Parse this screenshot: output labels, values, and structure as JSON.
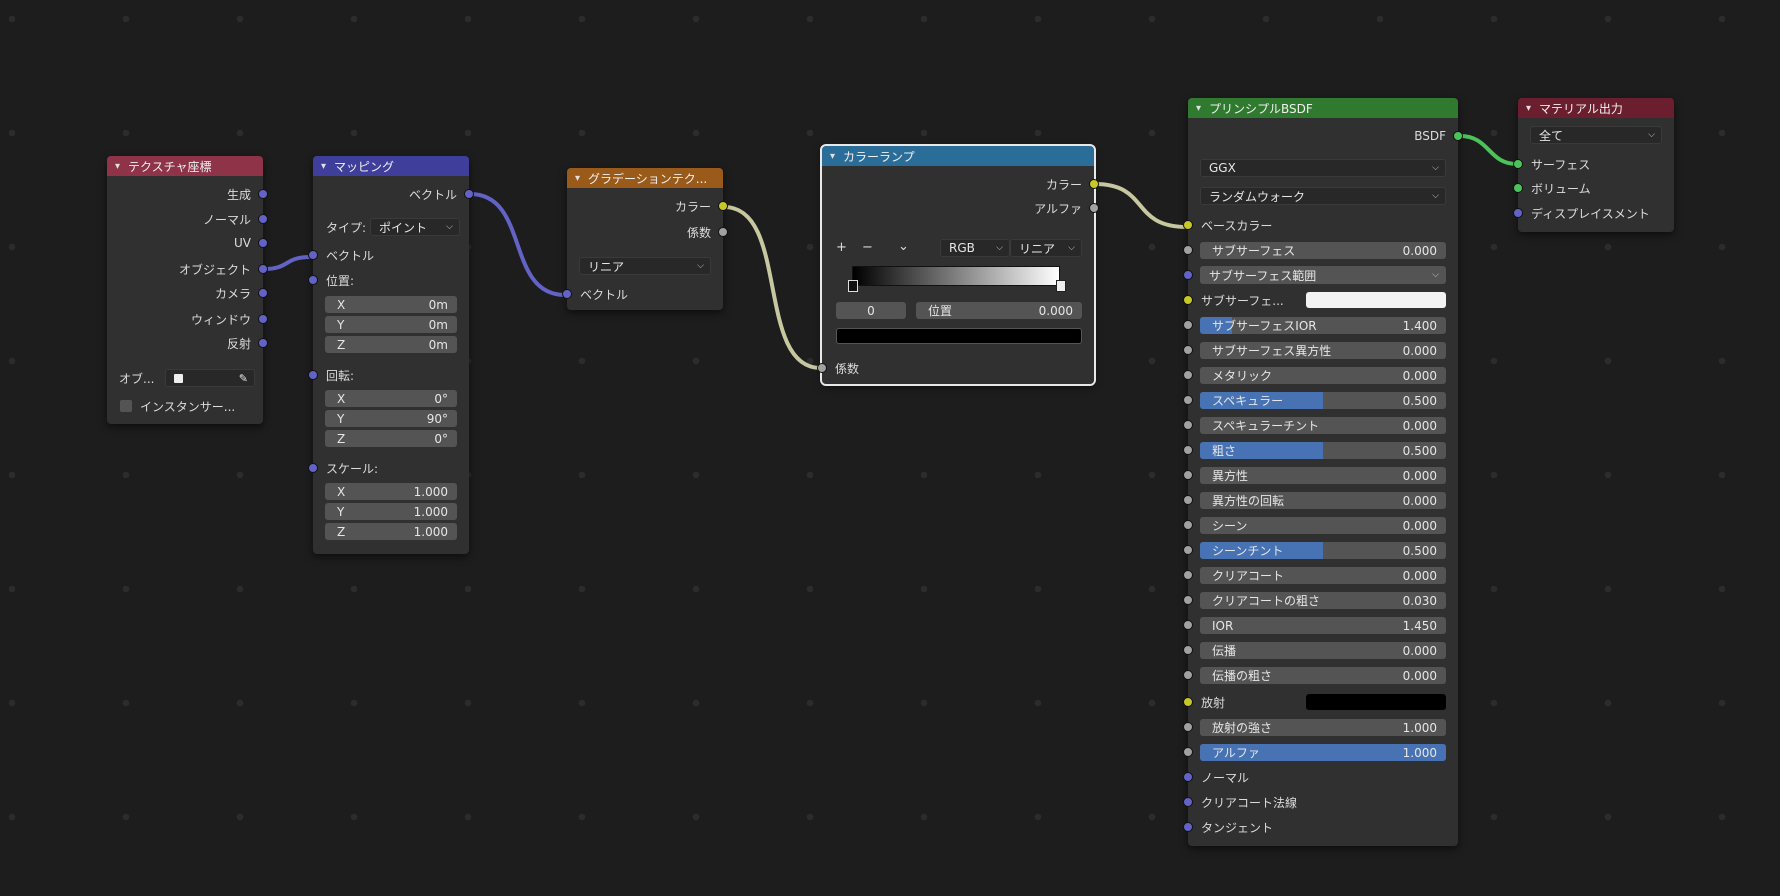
{
  "colors": {
    "texcoord": "#8e3348",
    "mapping": "#3f3f9b",
    "gradient": "#9a5a1a",
    "colorramp": "#2b6d99",
    "bsdf": "#2f7a2f",
    "output": "#6b1f2e",
    "vector": "#6363c7",
    "color": "#c7c729",
    "float": "#a1a1a1",
    "shader": "#4bc35a",
    "slider": "#4772b3"
  },
  "texcoord": {
    "title": "テクスチャ座標",
    "outputs": [
      "生成",
      "ノーマル",
      "UV",
      "オブジェクト",
      "カメラ",
      "ウィンドウ",
      "反射"
    ],
    "object_label": "オブ...",
    "instancer_label": "インスタンサー..."
  },
  "mapping": {
    "title": "マッピング",
    "output": "ベクトル",
    "type_label": "タイプ:",
    "type_value": "ポイント",
    "vector_in": "ベクトル",
    "location_label": "位置:",
    "location": [
      {
        "axis": "X",
        "value": "0m"
      },
      {
        "axis": "Y",
        "value": "0m"
      },
      {
        "axis": "Z",
        "value": "0m"
      }
    ],
    "rotation_label": "回転:",
    "rotation": [
      {
        "axis": "X",
        "value": "0°"
      },
      {
        "axis": "Y",
        "value": "90°"
      },
      {
        "axis": "Z",
        "value": "0°"
      }
    ],
    "scale_label": "スケール:",
    "scale": [
      {
        "axis": "X",
        "value": "1.000"
      },
      {
        "axis": "Y",
        "value": "1.000"
      },
      {
        "axis": "Z",
        "value": "1.000"
      }
    ]
  },
  "gradient": {
    "title": "グラデーションテク...",
    "out_color": "カラー",
    "out_fac": "係数",
    "type_value": "リニア",
    "vector_in": "ベクトル"
  },
  "colorramp": {
    "title": "カラーランプ",
    "out_color": "カラー",
    "out_alpha": "アルファ",
    "add": "+",
    "remove": "−",
    "menu": "⌄",
    "color_mode": "RGB",
    "interpolation": "リニア",
    "stop_index": "0",
    "pos_label": "位置",
    "pos_value": "0.000",
    "fac_in": "係数"
  },
  "bsdf": {
    "title": "プリンシプルBSDF",
    "output": "BSDF",
    "distribution": "GGX",
    "subsurface_method": "ランダムウォーク",
    "base_color": "ベースカラー",
    "subsurface": {
      "label": "サブサーフェス",
      "value": "0.000"
    },
    "subsurface_radius": "サブサーフェス範囲",
    "subsurface_color": "サブサーフェ...",
    "params": [
      {
        "label": "サブサーフェスIOR",
        "value": "1.400",
        "fill": 0.13
      },
      {
        "label": "サブサーフェス異方性",
        "value": "0.000",
        "fill": 0
      },
      {
        "label": "メタリック",
        "value": "0.000",
        "fill": 0
      },
      {
        "label": "スペキュラー",
        "value": "0.500",
        "fill": 0.5
      },
      {
        "label": "スペキュラーチント",
        "value": "0.000",
        "fill": 0
      },
      {
        "label": "粗さ",
        "value": "0.500",
        "fill": 0.5
      },
      {
        "label": "異方性",
        "value": "0.000",
        "fill": 0
      },
      {
        "label": "異方性の回転",
        "value": "0.000",
        "fill": 0
      },
      {
        "label": "シーン",
        "value": "0.000",
        "fill": 0
      },
      {
        "label": "シーンチント",
        "value": "0.500",
        "fill": 0.5
      },
      {
        "label": "クリアコート",
        "value": "0.000",
        "fill": 0
      },
      {
        "label": "クリアコートの粗さ",
        "value": "0.030",
        "fill": 0
      },
      {
        "label": "IOR",
        "value": "1.450",
        "fill": 0
      },
      {
        "label": "伝播",
        "value": "0.000",
        "fill": 0
      },
      {
        "label": "伝播の粗さ",
        "value": "0.000",
        "fill": 0
      }
    ],
    "emission": "放射",
    "emission_strength": {
      "label": "放射の強さ",
      "value": "1.000"
    },
    "alpha": {
      "label": "アルファ",
      "value": "1.000",
      "fill": 1
    },
    "normal": "ノーマル",
    "clearcoat_normal": "クリアコート法線",
    "tangent": "タンジェント"
  },
  "output": {
    "title": "マテリアル出力",
    "target": "全て",
    "inputs": [
      "サーフェス",
      "ボリューム",
      "ディスプレイスメント"
    ]
  }
}
